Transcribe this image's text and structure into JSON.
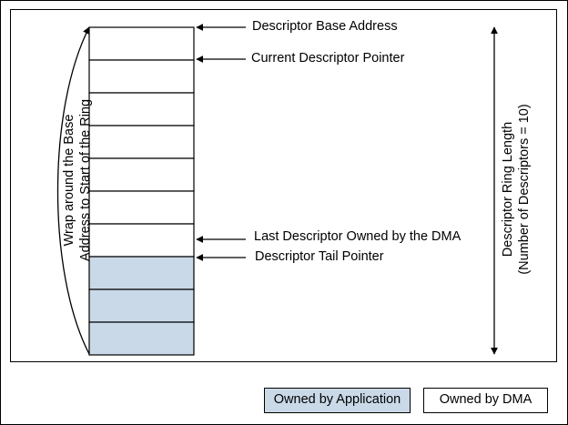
{
  "labels": {
    "base_address": "Descriptor Base Address",
    "current_pointer": "Current Descriptor Pointer",
    "last_owned_by_dma": "Last Descriptor Owned by the DMA",
    "tail_pointer": "Descriptor Tail Pointer"
  },
  "wrap_label": {
    "line1": "Wrap around the Base",
    "line2": "Address to Start of the Ring"
  },
  "ring_length_label": {
    "line1": "Descriptor Ring Length",
    "line2": "(Number of Descriptors = 10)"
  },
  "descriptors": {
    "total": 10,
    "owned_by_dma": 7,
    "owned_by_application": 3
  },
  "legend": {
    "application": "Owned by Application",
    "dma": "Owned by DMA"
  },
  "colors": {
    "application_fill": "#c9d9e8",
    "dma_fill": "#ffffff",
    "stroke": "#000000"
  }
}
